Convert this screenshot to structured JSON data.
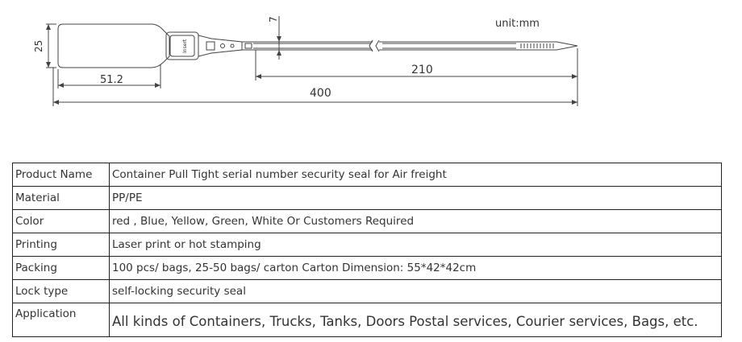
{
  "drawing": {
    "unit_label": "unit:mm",
    "dim_height": "25",
    "dim_strap_thickness": "7",
    "dim_head_length": "51.2",
    "dim_tail_length": "210",
    "dim_total_length": "400",
    "lock_text": "Insert"
  },
  "spec_table": {
    "rows": [
      {
        "label": "Product Name",
        "value": "Container  Pull  Tight  serial number security  seal for Air freight"
      },
      {
        "label": "Material",
        "value": "PP/PE"
      },
      {
        "label": "Color",
        "value": "red , Blue, Yellow, Green, White Or Customers Required"
      },
      {
        "label": "Printing",
        "value": "Laser print   or  hot  stamping"
      },
      {
        "label": "Packing",
        "value": "100 pcs/ bags, 25-50 bags/ carton Carton Dimension: 55*42*42cm"
      },
      {
        "label": "Lock type",
        "value": "self-locking security seal"
      },
      {
        "label": "Application",
        "value": "All kinds of Containers, Trucks, Tanks, Doors Postal services, Courier services, Bags, etc."
      }
    ]
  }
}
